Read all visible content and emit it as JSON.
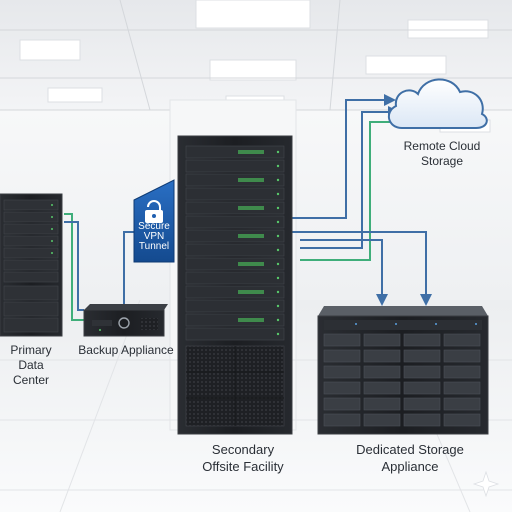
{
  "labels": {
    "primary_line1": "Primary",
    "primary_line2": "Data Center",
    "backup": "Backup Appliance",
    "secondary_line1": "Secondary",
    "secondary_line2": "Offsite Facility",
    "storage_line1": "Dedicated Storage",
    "storage_line2": "Appliance",
    "cloud_line1": "Remote Cloud",
    "cloud_line2": "Storage",
    "vpn_line1": "Secure",
    "vpn_line2": "VPN",
    "vpn_line3": "Tunnel"
  },
  "icons": {
    "vpn": "lock-icon",
    "cloud": "cloud-icon"
  },
  "colors": {
    "connector_blue": "#3f6fa6",
    "connector_green": "#3fae7a",
    "vpn_shield": "#1f5fb0",
    "rack_dark": "#1b1d21",
    "led_green": "#58c86a",
    "ceiling": "#eceef1",
    "floor": "#f4f5f7"
  }
}
